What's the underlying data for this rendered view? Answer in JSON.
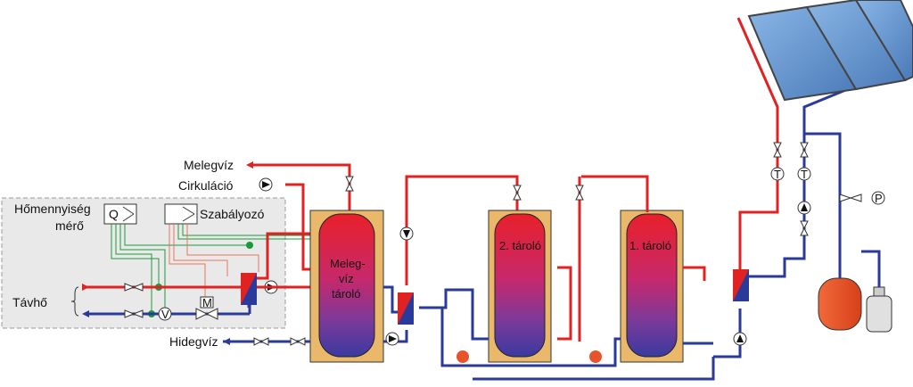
{
  "labels": {
    "melegviz": "Melegvíz",
    "cirkulacio": "Cirkuláció",
    "hidegviz": "Hidegvíz",
    "tavho": "Távhő",
    "homennyisegmero_1": "Hőmennyiség",
    "homennyisegmero_2": "mérő",
    "szabalyozo": "Szabályozó",
    "meter_letter": "Q",
    "valve_v": "V",
    "valve_m": "M",
    "gauge_t": "T",
    "gauge_p": "P"
  },
  "tanks": {
    "hot_water": [
      "Meleg-",
      "víz",
      "tároló"
    ],
    "storage_2": "2. tároló",
    "storage_1": "1. tároló"
  },
  "colors": {
    "hot_pipe": "#e02222",
    "cold_pipe": "#2a3a9a",
    "control_green": "#1a9a3a",
    "control_orange": "#e8765a",
    "panel_bg": "#e9e9e9",
    "tank_casing": "#e9b86a",
    "solar_panel": "#6a9ad0",
    "expansion_vessel": "#e8542a"
  }
}
